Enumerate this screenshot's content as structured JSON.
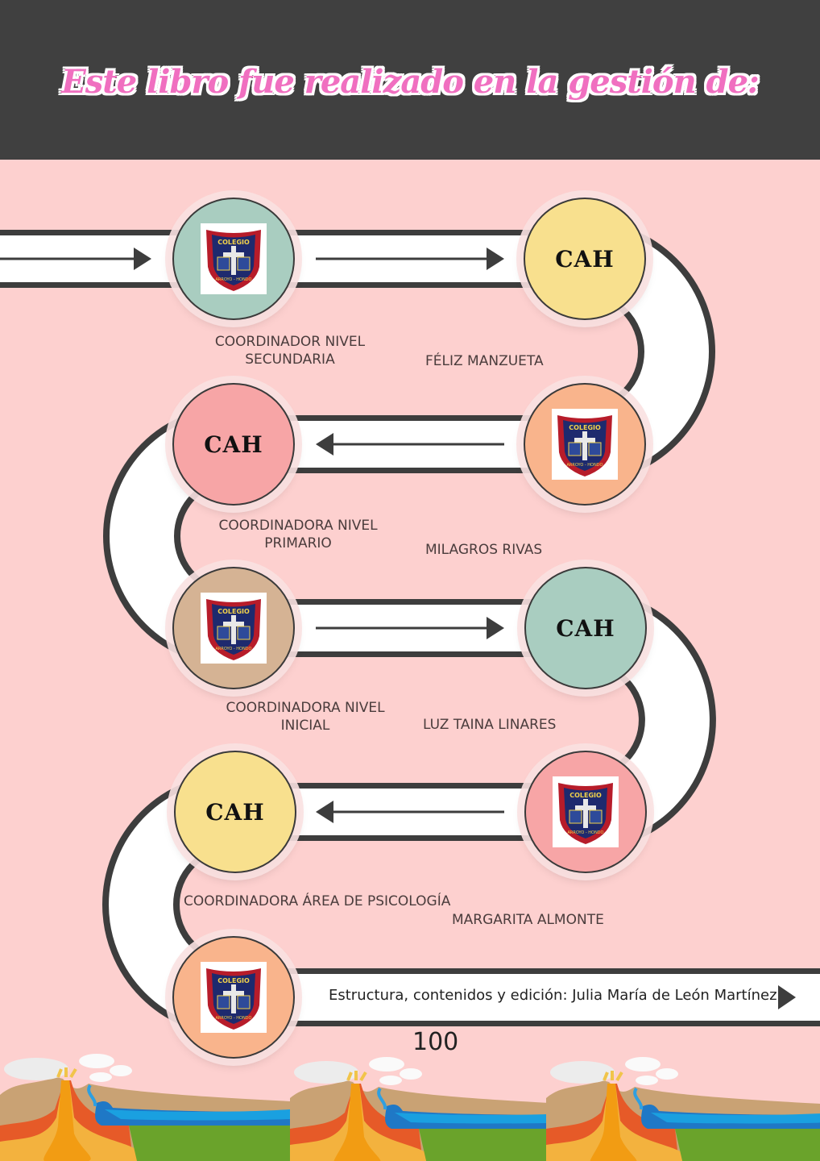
{
  "header": {
    "title": "Este libro fue realizado en la gestión de:"
  },
  "colors": {
    "header_bg": "#404040",
    "page_bg": "#fdd0cf",
    "title_pink": "#f06fc0",
    "node_mint": "#a9cdc0",
    "node_yellow": "#f8e08e",
    "node_peach": "#f9b48c",
    "node_rose": "#f7a5a6",
    "node_tan": "#d5b394",
    "road": "#ffffff",
    "road_border": "#3d3d3d"
  },
  "nodes": [
    {
      "type": "logo",
      "color": "mint",
      "logo": {
        "top": "COLEGIO",
        "bottom": "ARROYO - HONDO"
      }
    },
    {
      "type": "text",
      "color": "yellow",
      "text": "CAH"
    },
    {
      "type": "logo",
      "color": "peach",
      "logo": {
        "top": "COLEGIO",
        "bottom": "ARROYO - HONDO"
      }
    },
    {
      "type": "text",
      "color": "rose",
      "text": "CAH"
    },
    {
      "type": "logo",
      "color": "tan",
      "logo": {
        "top": "COLEGIO",
        "bottom": "ARROYO - HONDO"
      }
    },
    {
      "type": "text",
      "color": "mint",
      "text": "CAH"
    },
    {
      "type": "logo",
      "color": "rose",
      "logo": {
        "top": "COLEGIO",
        "bottom": "ARROYO - HONDO"
      }
    },
    {
      "type": "text",
      "color": "yellow",
      "text": "CAH"
    },
    {
      "type": "logo",
      "color": "peach",
      "logo": {
        "top": "COLEGIO",
        "bottom": "ARROYO - HONDO"
      }
    }
  ],
  "staff": [
    {
      "role_line1": "COORDINADOR   NIVEL",
      "role_line2": "SECUNDARIA",
      "name": "FÉLIZ MANZUETA"
    },
    {
      "role_line1": "COORDINADORA   NIVEL",
      "role_line2": "PRIMARIO",
      "name": "MILAGROS RIVAS"
    },
    {
      "role_line1": "COORDINADORA   NIVEL",
      "role_line2": "INICIAL",
      "name": "LUZ TAINA LINARES"
    },
    {
      "role_line1": "COORDINADORA   ÁREA DE PSICOLOGÍA",
      "role_line2": "",
      "name": "MARGARITA ALMONTE"
    }
  ],
  "footer": {
    "credits": "Estructura, contenidos y edición: Julia María de León Martínez",
    "page_number": "100"
  },
  "icons": {
    "arrows": [
      "arrow-right",
      "arrow-right",
      "arrow-left",
      "arrow-right",
      "arrow-left",
      "arrow-right"
    ],
    "logo": "school-crest-icon",
    "illustration": "volcano-landscape-illustration"
  }
}
